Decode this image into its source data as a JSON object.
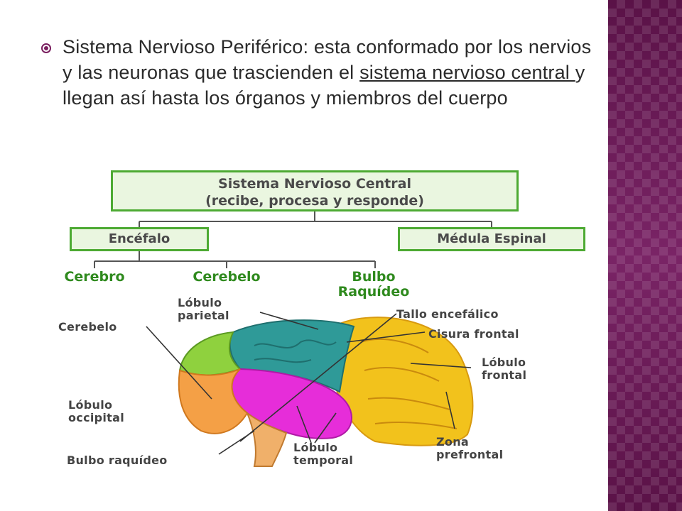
{
  "bullet": {
    "lead": "Sistema Nervioso Periférico: esta conformado por los nervios y las neuronas que trascienden el ",
    "link": "sistema nervioso central ",
    "tail": "y llegan así hasta los órganos y miembros del cuerpo"
  },
  "diagram": {
    "snc_line1": "Sistema Nervioso Central",
    "snc_line2": "(recibe, procesa y responde)",
    "encefalo": "Encéfalo",
    "medula": "Médula Espinal",
    "cerebro": "Cerebro",
    "cerebelo": "Cerebelo",
    "bulbo_line1": "Bulbo",
    "bulbo_line2": "Raquídeo"
  },
  "brain_labels": {
    "lobulo_parietal_1": "Lóbulo",
    "lobulo_parietal_2": "parietal",
    "cerebelo": "Cerebelo",
    "tallo": "Tallo encefálico",
    "cisura": "Cisura frontal",
    "lobulo_frontal_1": "Lóbulo",
    "lobulo_frontal_2": "frontal",
    "lobulo_occipital_1": "Lóbulo",
    "lobulo_occipital_2": "occipital",
    "zona_1": "Zona",
    "zona_2": "prefrontal",
    "lobulo_temporal_1": "Lóbulo",
    "lobulo_temporal_2": "temporal",
    "bulbo": "Bulbo raquídeo"
  },
  "colors": {
    "accent": "#7a1f5f",
    "box_border": "#4daa33",
    "parietal": "#2f9a98",
    "frontal": "#f2c21c",
    "temporal": "#e62dd9",
    "occipital": "#f4a046",
    "cerebelo": "#8fd13e"
  }
}
